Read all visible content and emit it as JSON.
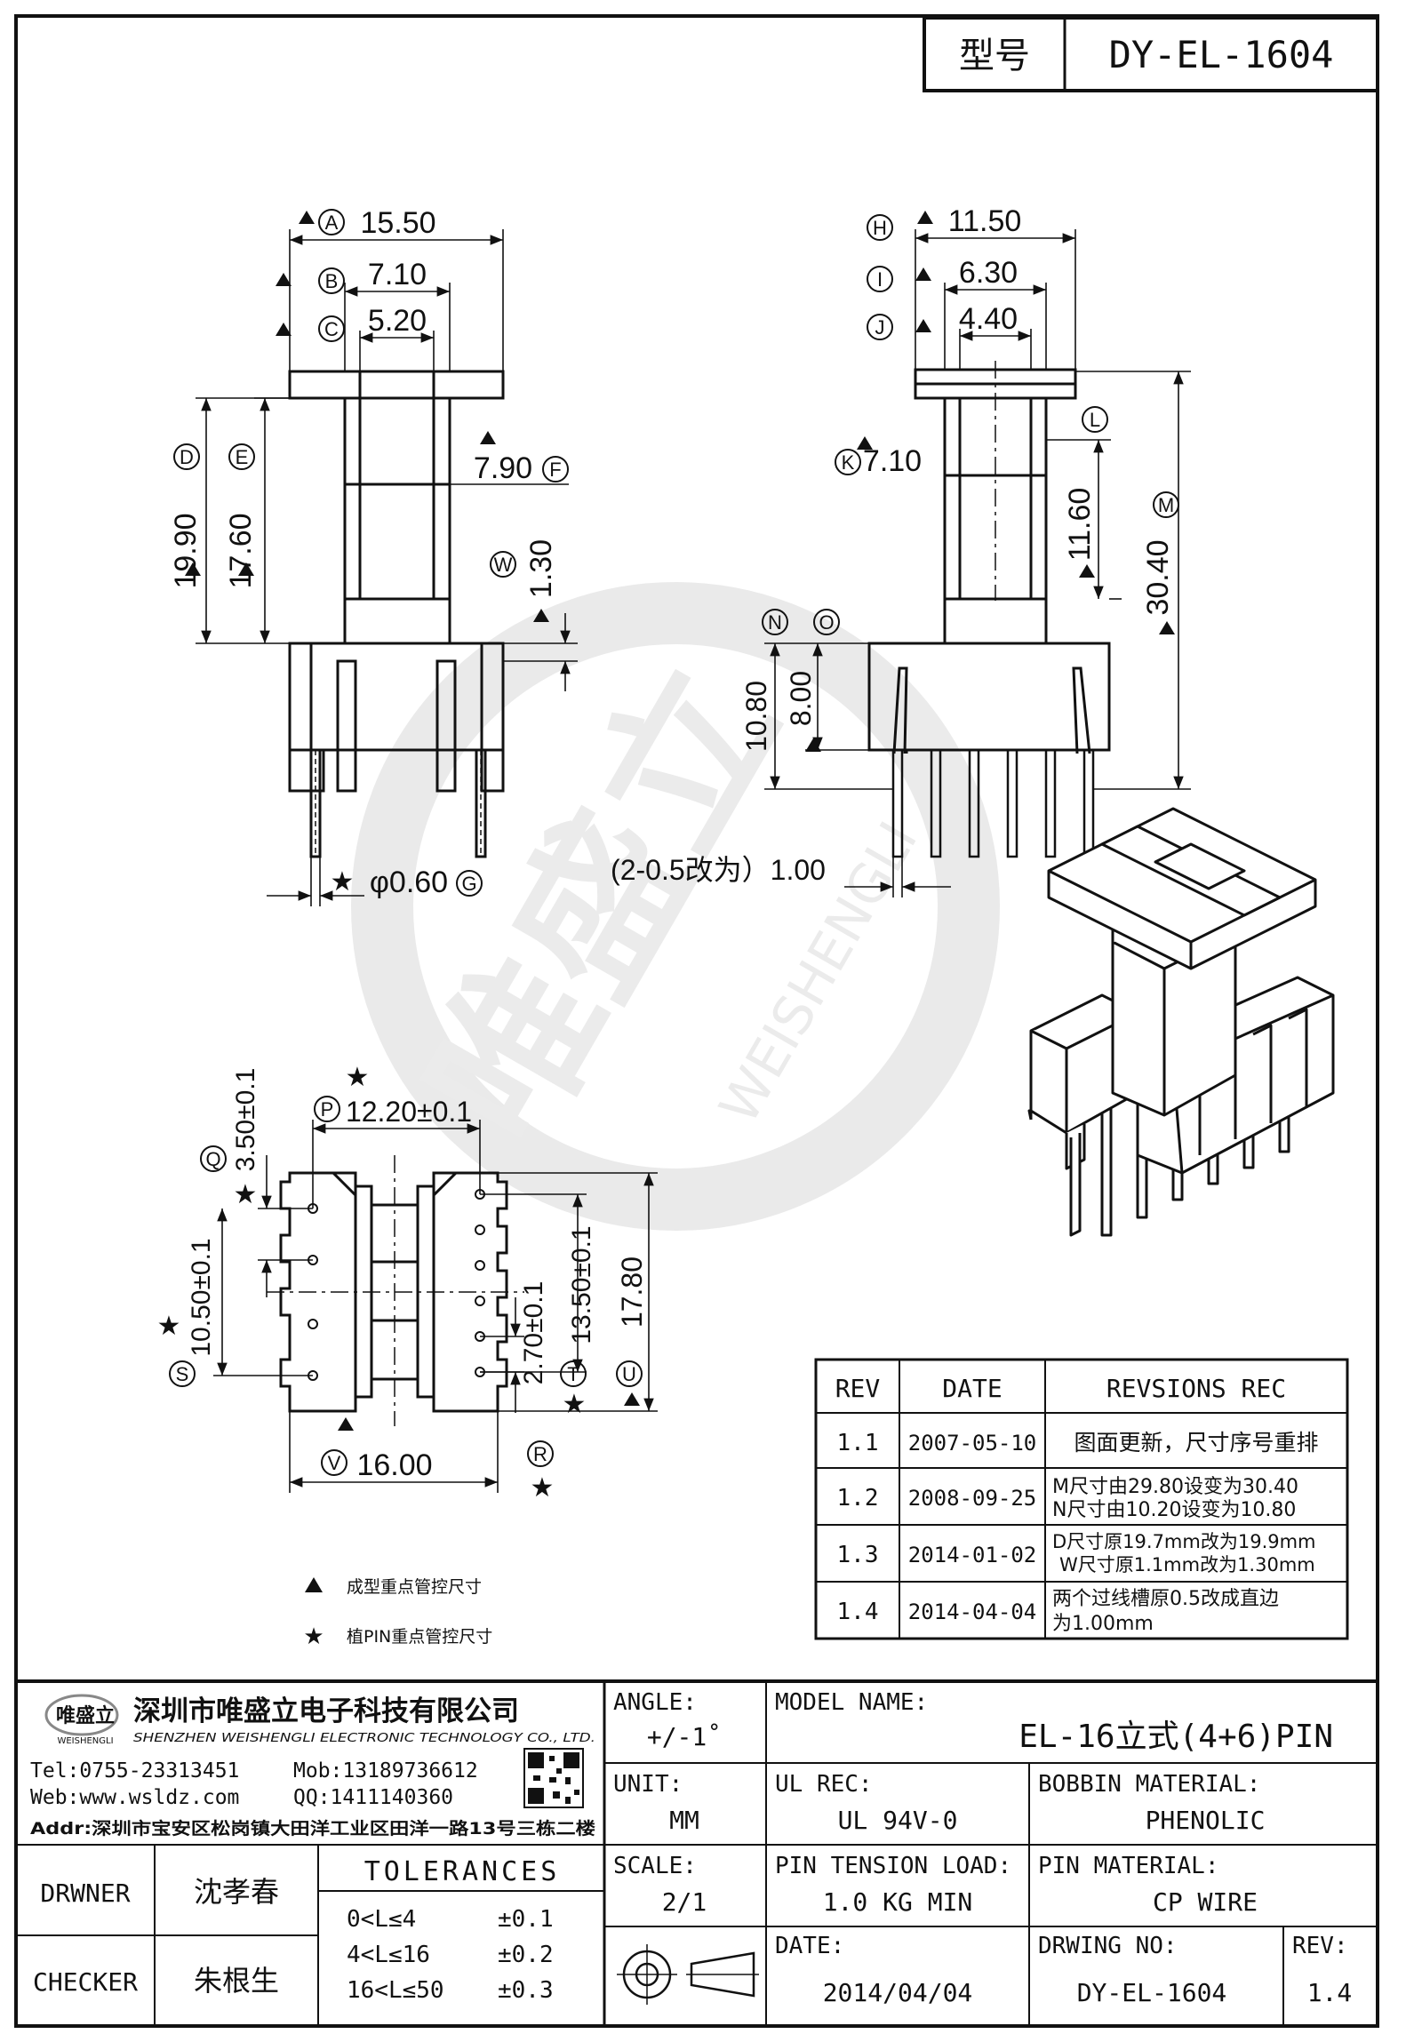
{
  "title_block_top": {
    "model_label": "型号",
    "model_value": "DY-EL-1604"
  },
  "dims": {
    "A": "A",
    "A_val": "15.50",
    "B": "B",
    "B_val": "7.10",
    "C": "C",
    "C_val": "5.20",
    "D": "D",
    "D_val": "19.90",
    "E": "E",
    "E_val": "17.60",
    "F": "F",
    "F_val": "7.90",
    "W": "W",
    "W_val": "1.30",
    "G": "G",
    "G_val": "φ0.60",
    "H": "H",
    "H_val": "11.50",
    "I": "I",
    "I_val": "6.30",
    "J": "J",
    "J_val": "4.40",
    "K": "K",
    "K_val": "7.10",
    "L": "L",
    "L_val": "11.60",
    "M": "M",
    "M_val": "30.40",
    "N": "N",
    "N_val": "10.80",
    "O": "O",
    "O_val": "8.00",
    "pitch_note": "(2-0.5改为）1.00",
    "P": "P",
    "P_val": "12.20±0.1",
    "Q": "Q",
    "Q_val": "3.50±0.1",
    "S": "S",
    "S_val": "10.50±0.1",
    "T": "T",
    "T_val": "2.70±0.1",
    "T2_val": "13.50±0.1",
    "U": "U",
    "U_val": "17.80",
    "V": "V",
    "V_val": "16.00",
    "R": "R"
  },
  "legend": [
    {
      "symbol": "triangle",
      "text": "成型重点管控尺寸"
    },
    {
      "symbol": "star",
      "text": "植PIN重点管控尺寸"
    }
  ],
  "watermark": {
    "text": "唯盛立",
    "sub": "WEISHENGLI"
  },
  "revisions": {
    "headers": [
      "REV",
      "DATE",
      "REVSIONS REC"
    ],
    "rows": [
      {
        "rev": "1.1",
        "date": "2007-05-10",
        "rec": [
          "图面更新，尺寸序号重排"
        ]
      },
      {
        "rev": "1.2",
        "date": "2008-09-25",
        "rec": [
          "M尺寸由29.80设变为30.40",
          "N尺寸由10.20设变为10.80"
        ]
      },
      {
        "rev": "1.3",
        "date": "2014-01-02",
        "rec": [
          "D尺寸原19.7mm改为19.9mm",
          "W尺寸原1.1mm改为1.30mm"
        ]
      },
      {
        "rev": "1.4",
        "date": "2014-04-04",
        "rec": [
          "两个过线槽原0.5改成直边",
          "为1.00mm"
        ]
      }
    ]
  },
  "company": {
    "logo": "唯盛立",
    "logo_sub": "WEISHENGLI",
    "name": "深圳市唯盛立电子科技有限公司",
    "name_en": "SHENZHEN WEISHENGLI ELECTRONIC TECHNOLOGY CO., LTD.",
    "tel": "Tel:0755-23313451",
    "mob": "Mob:13189736612",
    "web": "Web:www.wsldz.com",
    "qq": "QQ:1411140360",
    "addr": "Addr:深圳市宝安区松岗镇大田洋工业区田洋一路13号三栋二楼"
  },
  "title_block": {
    "angle_label": "ANGLE:",
    "angle_value": "+/-1˚",
    "model_name_label": "MODEL NAME:",
    "model_name_value": "EL-16立式(4+6)PIN",
    "unit_label": "UNIT:",
    "unit_value": "MM",
    "ul_label": "UL REC:",
    "ul_value": "UL 94V-0",
    "bobbin_label": "BOBBIN MATERIAL:",
    "bobbin_value": "PHENOLIC",
    "scale_label": "SCALE:",
    "scale_value": "2/1",
    "pin_tension_label": "PIN TENSION LOAD:",
    "pin_tension_value": "1.0 KG MIN",
    "pin_material_label": "PIN MATERIAL:",
    "pin_material_value": "CP WIRE",
    "date_label": "DATE:",
    "date_value": "2014/04/04",
    "drawing_no_label": "DRWING NO:",
    "drawing_no_value": "DY-EL-1604",
    "rev_label": "REV:",
    "rev_value": "1.4",
    "drawner_label": "DRWNER",
    "drawner_value": "沈孝春",
    "checker_label": "CHECKER",
    "checker_value": "朱根生",
    "tolerances_label": "TOLERANCES",
    "tolerances": [
      {
        "range": "0<L≤4",
        "tol": "±0.1"
      },
      {
        "range": "4<L≤16",
        "tol": "±0.2"
      },
      {
        "range": "16<L≤50",
        "tol": "±0.3"
      }
    ]
  }
}
